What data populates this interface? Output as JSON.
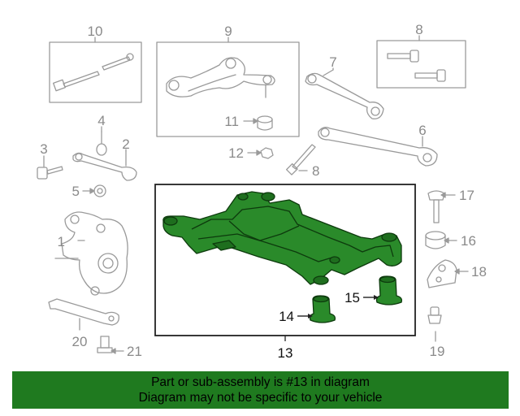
{
  "diagram": {
    "callouts": {
      "c1": "1",
      "c2": "2",
      "c3": "3",
      "c4": "4",
      "c5": "5",
      "c6": "6",
      "c7": "7",
      "c8a": "8",
      "c8b": "8",
      "c9": "9",
      "c10": "10",
      "c11": "11",
      "c12": "12",
      "c13": "13",
      "c14": "14",
      "c15": "15",
      "c16": "16",
      "c17": "17",
      "c18": "18",
      "c19": "19",
      "c20": "20",
      "c21": "21"
    },
    "highlight_color": "#2a8a2a",
    "line_color": "#9a9a9a"
  },
  "banner": {
    "line1": "Part or sub-assembly is #13 in diagram",
    "line2": "Diagram may not be specific to your vehicle",
    "background": "#1f7a1f"
  }
}
